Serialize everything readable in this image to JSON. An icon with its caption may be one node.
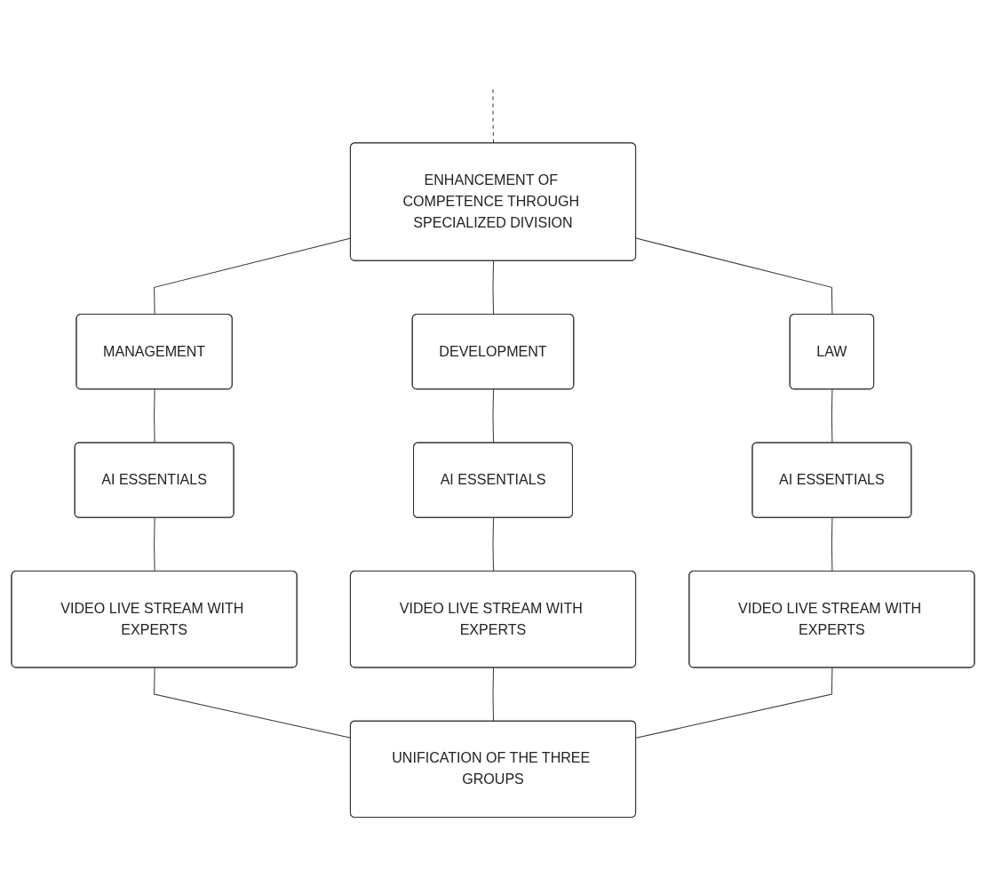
{
  "diagram": {
    "nodes": [
      {
        "text": [
          "ENHANCEMENT OF COMPETENCE THROUGH SPECIALIZED DIVISION"
        ]
      },
      {
        "text": [
          "MANAGEMENT"
        ]
      },
      {
        "text": [
          "DEVELOPMENT"
        ]
      },
      {
        "text": [
          "LAW"
        ]
      },
      {
        "text": [
          "AI ESSENTIALS"
        ]
      },
      {
        "text": [
          "AI ESSENTIALS"
        ]
      },
      {
        "text": [
          "AI ESSENTIALS"
        ]
      },
      {
        "text": [
          "VIDEO LIVE STREAM WITH EXPERTS"
        ]
      },
      {
        "text": [
          "VIDEO LIVE STREAM WITH EXPERTS"
        ]
      },
      {
        "text": [
          "VIDEO LIVE STREAM WITH EXPERTS"
        ]
      },
      {
        "text": [
          "UNIFICATION OF THE THREE GROUPS"
        ]
      }
    ],
    "edges": [
      {
        "from": null,
        "to": 0,
        "arrow": "none",
        "style": "dashed"
      },
      {
        "from": 0,
        "to": 1,
        "arrow": "none"
      },
      {
        "from": 0,
        "to": 2,
        "arrow": "none"
      },
      {
        "from": 0,
        "to": 3,
        "arrow": "none"
      },
      {
        "from": 1,
        "to": 4,
        "arrow": "none"
      },
      {
        "from": 2,
        "to": 5,
        "arrow": "none"
      },
      {
        "from": 3,
        "to": 6,
        "arrow": "none"
      },
      {
        "from": 4,
        "to": 7,
        "arrow": "none"
      },
      {
        "from": 5,
        "to": 8,
        "arrow": "none"
      },
      {
        "from": 6,
        "to": 9,
        "arrow": "none"
      },
      {
        "from": 7,
        "to": 10,
        "arrow": "none"
      },
      {
        "from": 8,
        "to": 10,
        "arrow": "none"
      },
      {
        "from": 9,
        "to": 10,
        "arrow": "none"
      }
    ]
  }
}
